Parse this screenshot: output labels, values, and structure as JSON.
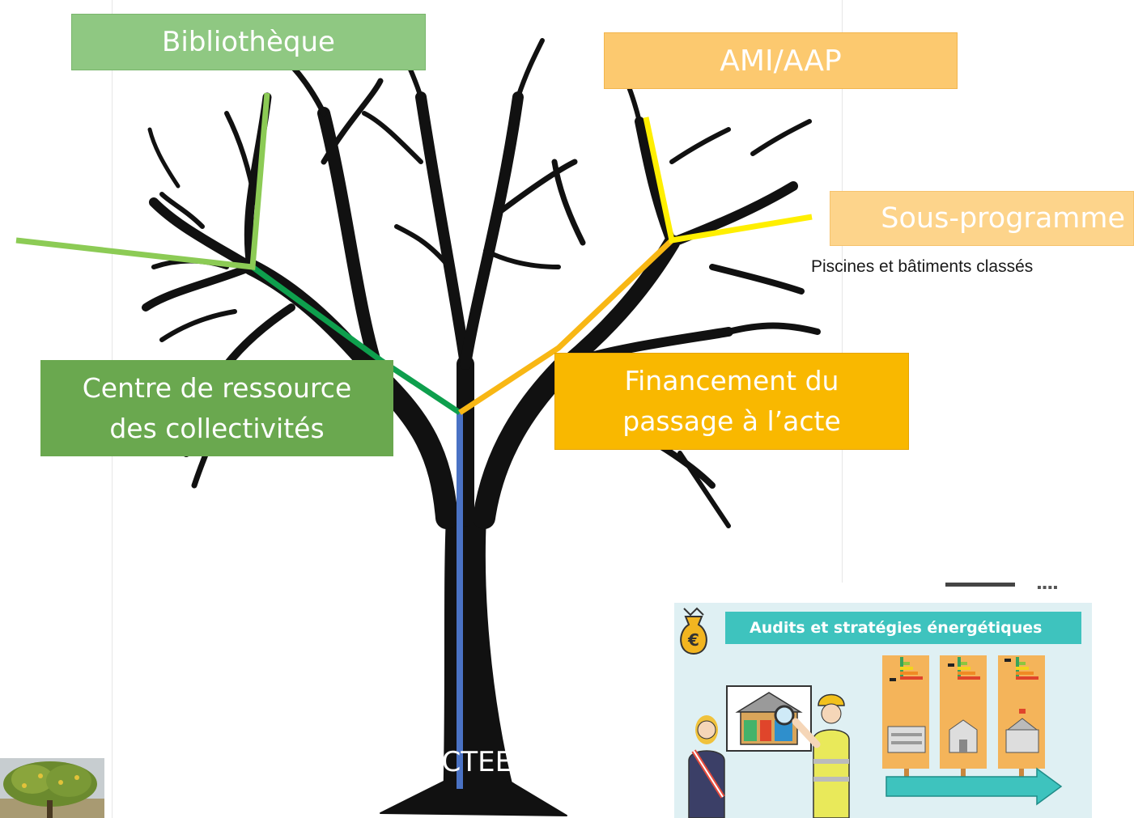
{
  "diagram": {
    "branches": {
      "bibliotheque": "Bibliothèque",
      "ami_aap": "AMI/AAP",
      "sous_programme": "Sous-programme",
      "sous_programme_detail": "Piscines et bâtiments classés",
      "centre_line1": "Centre de ressource",
      "centre_line2": "des collectivités",
      "financement_line1": "Financement du",
      "financement_line2": "passage à l’acte"
    },
    "trunk_label": "ACTEE",
    "colors": {
      "bibliotheque": "#8fc882",
      "centre": "#6aa84f",
      "centre_line": "#0e9f4d",
      "ami": "#fcc96f",
      "sous_programme": "#fdd48b",
      "financement": "#f9b800",
      "yellow_line": "#ffef00",
      "trunk_line": "#4a72c4"
    }
  },
  "infographic": {
    "title": "Audits et stratégies énergétiques",
    "currency_symbol": "€"
  }
}
